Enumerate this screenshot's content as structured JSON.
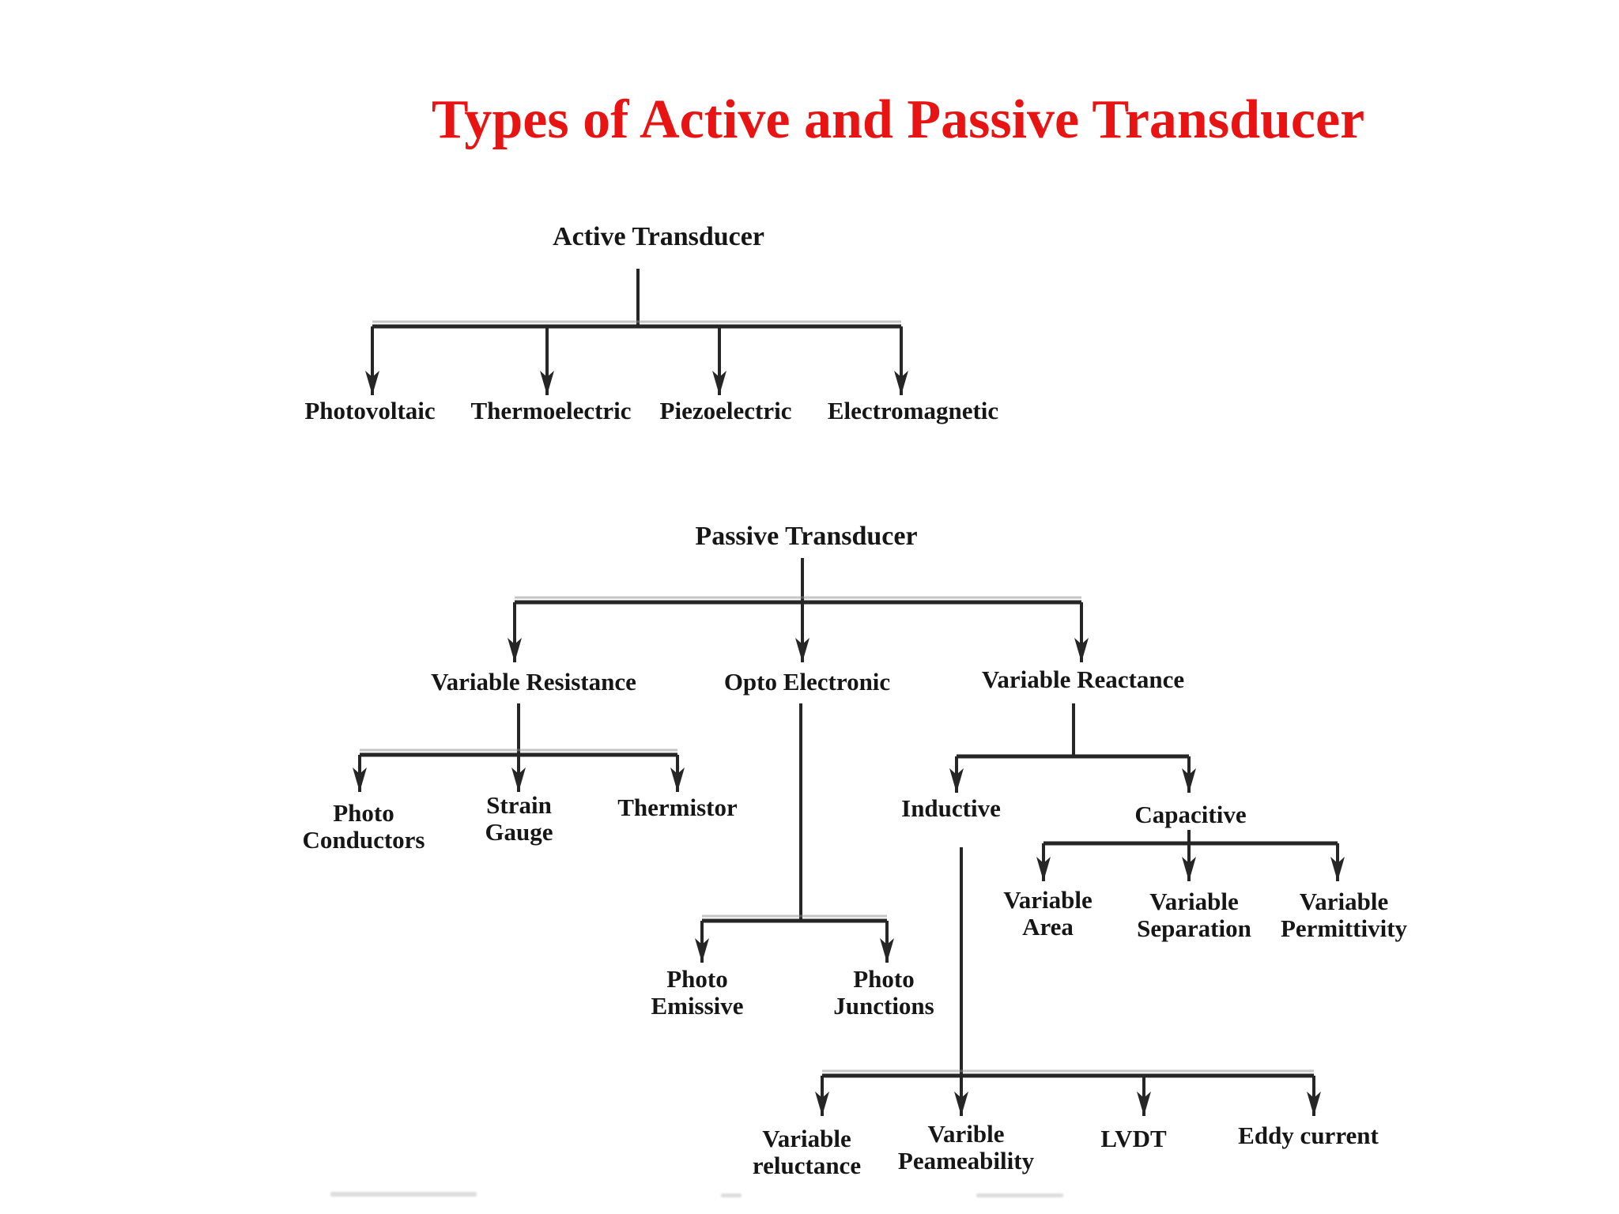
{
  "title": {
    "text": "Types of Active and Passive Transducer"
  },
  "colors": {
    "title-color": "#e81414",
    "line-color": "#262626",
    "text-color": "#161616"
  },
  "active_tree": {
    "root": "Active Transducer",
    "children": [
      "Photovoltaic",
      "Thermoelectric",
      "Piezoelectric",
      "Electromagnetic"
    ]
  },
  "passive_tree": {
    "root": "Passive Transducer",
    "branches": {
      "variable_resistance": {
        "label": "Variable Resistance",
        "children": [
          "Photo Conductors",
          "Strain Gauge",
          "Thermistor"
        ]
      },
      "opto_electronic": {
        "label": "Opto Electronic",
        "children": [
          "Photo Emissive",
          "Photo Junctions"
        ]
      },
      "variable_reactance": {
        "label": "Variable Reactance",
        "children": {
          "inductive": {
            "label": "Inductive",
            "children": [
              "Variable reluctance",
              "Varible Peameability",
              "LVDT",
              "Eddy current"
            ]
          },
          "capacitive": {
            "label": "Capacitive",
            "children": [
              "Variable Area",
              "Variable Separation",
              "Variable Permittivity"
            ]
          }
        }
      }
    }
  }
}
